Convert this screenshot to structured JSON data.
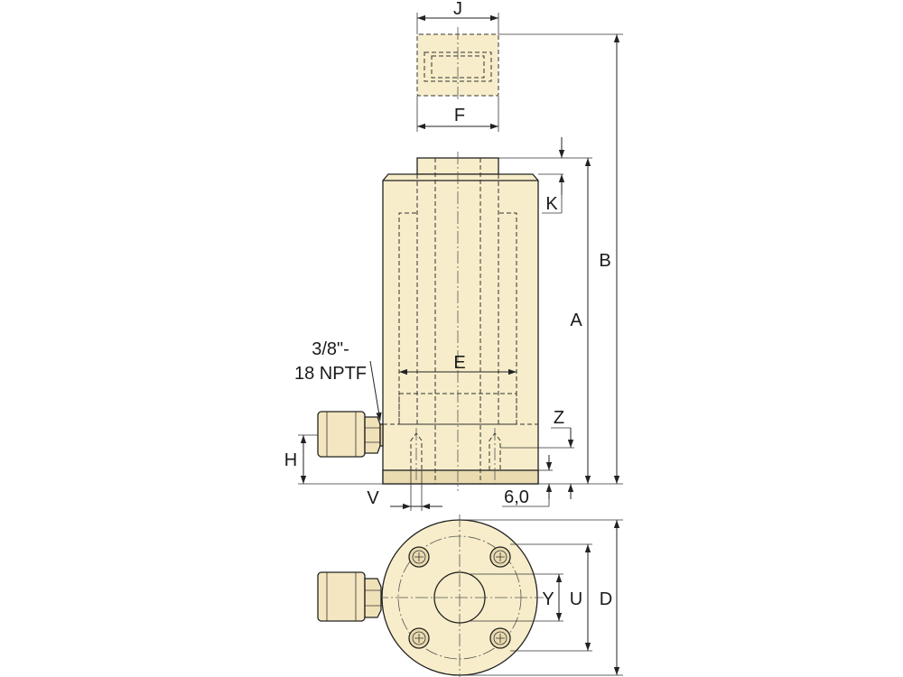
{
  "colors": {
    "body_fill": "#f7edca",
    "body_shade": "#eadbb0",
    "line": "#222222",
    "background": "#ffffff"
  },
  "labels": {
    "J": "J",
    "F": "F",
    "K": "K",
    "B": "B",
    "A": "A",
    "E": "E",
    "Z": "Z",
    "H": "H",
    "V": "V",
    "six": "6,0",
    "port_line1": "3/8\"-",
    "port_line2": "18 NPTF",
    "Y": "Y",
    "U": "U",
    "D": "D"
  }
}
